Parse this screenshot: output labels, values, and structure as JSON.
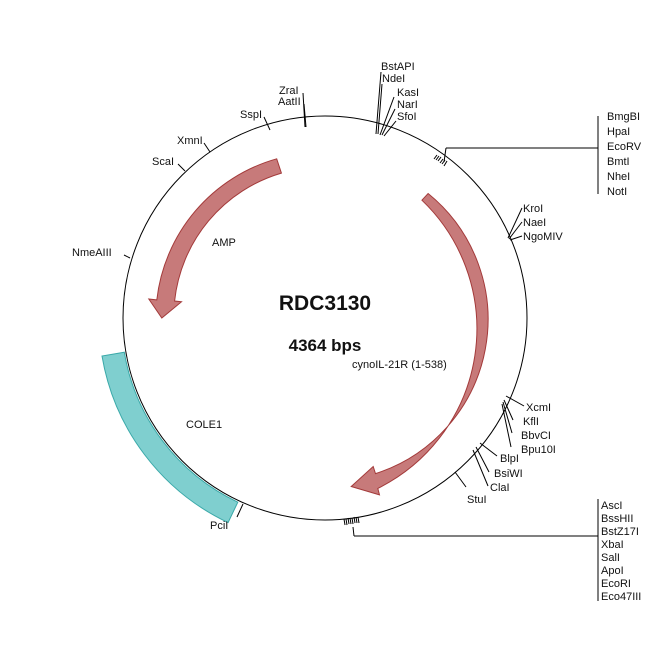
{
  "plasmid": {
    "name": "RDC3130",
    "size_label": "4364 bps",
    "total_bp": 4364
  },
  "colors": {
    "backbone": "#000000",
    "feature_arrow_fill": "#c77a7a",
    "feature_arrow_stroke": "#a33a3a",
    "origin_fill": "#7fcfcf",
    "origin_stroke": "#3aa9a9",
    "text": "#111111"
  },
  "features": [
    {
      "name": "AMP",
      "kind": "arrow"
    },
    {
      "name": "cynoIL-21R (1-538)",
      "kind": "arrow"
    },
    {
      "name": "COLE1",
      "kind": "block"
    }
  ],
  "sites": {
    "zrai": "ZraI",
    "aatii": "AatII",
    "sspi": "SspI",
    "xmni": "XmnI",
    "scai": "ScaI",
    "nmeaiii": "NmeAIII",
    "bstapi": "BstAPI",
    "ndei": "NdeI",
    "kasi": "KasI",
    "nari": "NarI",
    "sfoi": "SfoI",
    "mcs1": [
      "BmgBI",
      "HpaI",
      "EcoRV",
      "BmtI",
      "NheI",
      "NotI"
    ],
    "kroi_group": [
      "KroI",
      "NaeI",
      "NgoMIV"
    ],
    "xcm_group": [
      "XcmI",
      "KflI",
      "BbvCI",
      "Bpu10I"
    ],
    "blp_group": [
      "BlpI",
      "BsiWI",
      "ClaI"
    ],
    "stui": "StuI",
    "mcs2": [
      "AscI",
      "BssHII",
      "BstZ17I",
      "XbaI",
      "SalI",
      "ApoI",
      "EcoRI",
      "Eco47III"
    ],
    "pcii": "PciI"
  }
}
